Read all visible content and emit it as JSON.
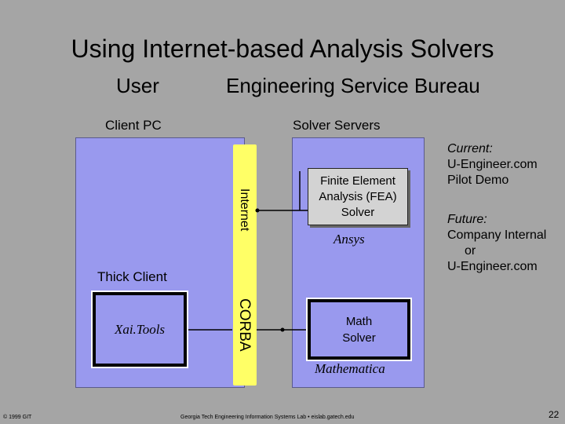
{
  "title": "Using Internet-based Analysis Solvers",
  "headers": {
    "user": "User",
    "bureau": "Engineering Service Bureau"
  },
  "labels": {
    "client_pc": "Client PC",
    "solver_servers": "Solver Servers",
    "thick_client": "Thick Client"
  },
  "channels": {
    "internet": "Internet",
    "corba": "CORBA"
  },
  "boxes": {
    "fea": [
      "Finite Element",
      "Analysis (FEA)",
      "Solver"
    ],
    "fea_product": "Ansys",
    "math": [
      "Math",
      "Solver"
    ],
    "math_product": "Mathematica",
    "xai": "Xai.Tools"
  },
  "notes": {
    "current": [
      "Current:",
      "U-Engineer.com",
      "Pilot Demo"
    ],
    "future": [
      "Future:",
      "Company Internal",
      "or",
      "U-Engineer.com"
    ]
  },
  "footer": {
    "copyright": "© 1999 GIT",
    "lab": "Georgia Tech Engineering Information Systems Lab • eislab.gatech.edu",
    "page": "22"
  },
  "colors": {
    "background": "#a5a5a5",
    "panel": "#9999ee",
    "channel": "#ffff66",
    "solver_box": "#d3d3d3"
  }
}
